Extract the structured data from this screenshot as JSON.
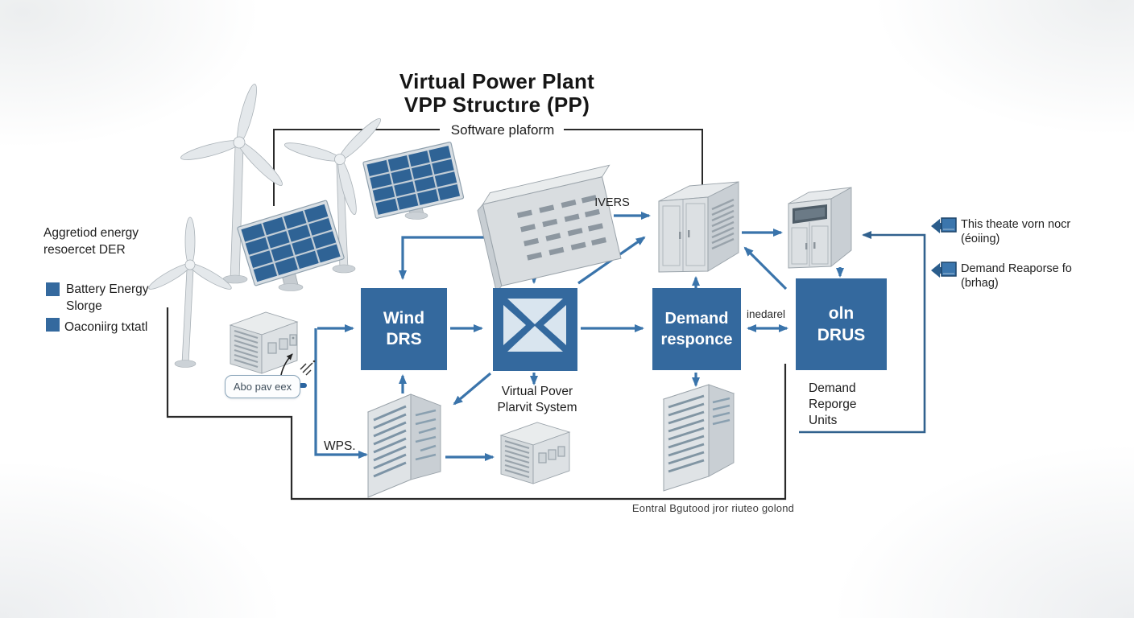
{
  "title": {
    "line1": "Virtual Power Plant",
    "line2": "VPP Structıre (PP)"
  },
  "platform_label": "Software plaform",
  "left_panel": {
    "heading_line1": "Aggretiod energy",
    "heading_line2": "resoercet DER",
    "legend": [
      {
        "line1": "Battery Energy",
        "line2": "Slorge"
      },
      {
        "line1": "Oaconiirg txtatl",
        "line2": ""
      }
    ]
  },
  "boxes": {
    "wind": {
      "line1": "Wind",
      "line2": "DRS"
    },
    "demand": {
      "line1": "Demand",
      "line2": "responce"
    },
    "drus": {
      "line1": "oln",
      "line2": "DRUS"
    }
  },
  "flow_labels": {
    "ivers": "IVERS",
    "inedarel": "inedarel",
    "wps": "WPS.",
    "vps_line1": "Virtual Pover",
    "vps_line2": "Plarvit System",
    "dru_line1": "Demand",
    "dru_line2": "Reporge",
    "dru_line3": "Units",
    "tooltip": "Abo pav eex",
    "bottom_caption": "Eontral Bgutood jror riuteo golond"
  },
  "right_panel": {
    "items": [
      {
        "line1": "This theate vorn nocr",
        "line2": "(éoiing)"
      },
      {
        "line1": "Demand Reaporse fo",
        "line2": "(brhag)"
      }
    ]
  },
  "colors": {
    "box_blue": "#34699E",
    "arrow_blue": "#3A74AB",
    "line_dark": "#262626",
    "panel_cell_blue": "#2F6395"
  }
}
